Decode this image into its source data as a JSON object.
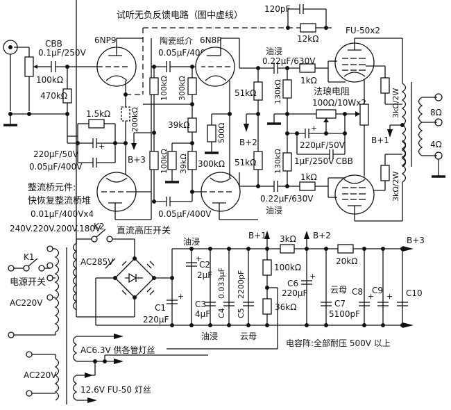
{
  "title": "试听无负反馈电路（图中虚线）",
  "tubes": {
    "v1": "6NP9",
    "v2": "6N8P",
    "v3": "FU-50x2"
  },
  "input_stage": {
    "coupling_cap_type": "CBB",
    "coupling_cap": "0.1μF/250V",
    "volume_pot": "100kΩ",
    "grid_resistor": "470kΩ",
    "cathode_resistor": "1.5kΩ",
    "cathode_cap1": "220μF/50V",
    "cathode_cap2": "0.05μF/400V",
    "feedback_resistor": "200kΩ"
  },
  "driver_stage": {
    "coupling_cap_type": "陶瓷纸介",
    "coupling_cap_top": "0.05μF/400V",
    "coupling_cap_bottom": "0.05μF/400V",
    "r_100k_top": "100kΩ",
    "r_300k_top": "300kΩ",
    "r_39k_a": "39kΩ",
    "r_39k_b": "39kΩ",
    "r_100k_bottom": "100kΩ",
    "r_300k_bottom": "300kΩ",
    "cathode_resistor": "500Ω",
    "plate_r_top": "51kΩ",
    "plate_r_bottom": "51kΩ"
  },
  "output_stage": {
    "coupling_cap_type_top": "油浸",
    "coupling_cap_top": "0.22μF/630V",
    "coupling_cap_type_bottom": "油浸",
    "coupling_cap_bottom": "0.22μF/630V",
    "grid_r_top": "130kΩ",
    "grid_r_bottom": "130kΩ",
    "grid_stop_top": "1kΩ",
    "grid_stop_bottom": "1kΩ",
    "feedback_cap": "120pF",
    "feedback_res": "12kΩ",
    "bias_label": "法琅电阻",
    "bias_pot": "100Ω/10Wx2",
    "bias_cap1": "220μF/50V",
    "bias_cap2": "1μF/250V",
    "bias_cap2_type": "CBB",
    "screen_r_top": "3kΩ/2W",
    "screen_r_bottom": "3kΩ/2W",
    "tap_8": "8Ω",
    "tap_4": "4Ω"
  },
  "rails": {
    "b1": "B+1",
    "b2": "B+2",
    "b3": "B+3"
  },
  "power_supply": {
    "bridge_note_title": "整流桥元件:",
    "bridge_note_line1": "快恢复整流桥堆",
    "bridge_note_line2": "0.01μF/400Vx4",
    "primary_taps": "240V.220V.200V.180V",
    "k1": "K1",
    "k1_label": "电源开关",
    "k2": "K2",
    "k2_label": "直流高压开关",
    "ac_in_1": "AC220V",
    "ac_in_2": "AC220V",
    "hv_secondary": "AC285V",
    "c1": "C1",
    "c1_value": "220μF",
    "c2": "C2",
    "c2_value": "2μF",
    "c2_type": "油浸",
    "c3": "C3",
    "c3_value": "4μF",
    "c4": "C4",
    "c4_value": "0.033μF",
    "c5": "C5",
    "c5_value": "2200pF",
    "c34_type": "油浸",
    "c5_type": "云母",
    "r_3k": "3kΩ",
    "r_100k": "100kΩ",
    "r_36k": "36kΩ",
    "c6": "C6",
    "c6_value": "220μF",
    "r_20k": "20kΩ",
    "c7_type": "云母",
    "c7": "C7",
    "c7_value": "5100pF",
    "c8": "C8",
    "c9": "C9",
    "c10": "C10",
    "cap_note": "电容阵:全部耐压 500V 以上",
    "heater1": "AC6.3V  供各管灯丝",
    "heater2": "12.6V  FU-50 灯丝"
  }
}
